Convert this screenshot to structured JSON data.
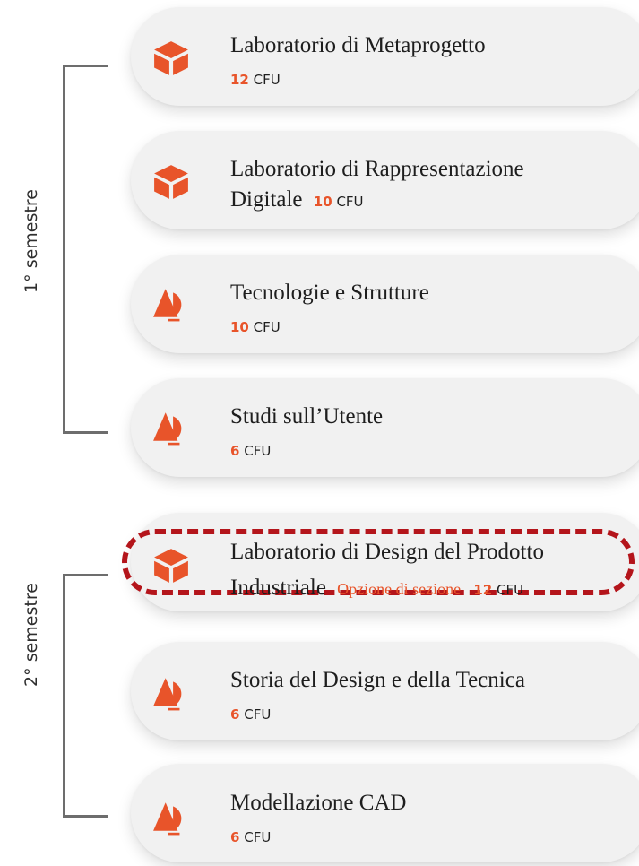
{
  "semesters": [
    {
      "label": "1° semestre"
    },
    {
      "label": "2° semestre"
    }
  ],
  "courses": [
    {
      "title_line1": "Laboratorio di Metaprogetto",
      "cfu_value": "12",
      "cfu_unit": "CFU",
      "icon": "cube-icon"
    },
    {
      "title_line1": "Laboratorio di Rappresentazione",
      "title_line2": "Digitale",
      "cfu_value": "10",
      "cfu_unit": "CFU",
      "icon": "cube-icon"
    },
    {
      "title_line1": "Tecnologie e Strutture",
      "cfu_value": "10",
      "cfu_unit": "CFU",
      "icon": "shapes-icon"
    },
    {
      "title_line1": "Studi sull’Utente",
      "cfu_value": "6",
      "cfu_unit": "CFU",
      "icon": "shapes-icon"
    },
    {
      "title_line1": "Laboratorio di Design del Prodotto",
      "title_line2": "Industriale",
      "option": "Opzione di sezione",
      "cfu_value": "12",
      "cfu_unit": "CFU",
      "icon": "cube-icon"
    },
    {
      "title_line1": "Storia del Design e della Tecnica",
      "cfu_value": "6",
      "cfu_unit": "CFU",
      "icon": "shapes-icon"
    },
    {
      "title_line1": "Modellazione CAD",
      "cfu_value": "6",
      "cfu_unit": "CFU",
      "icon": "shapes-icon"
    }
  ],
  "colors": {
    "accent": "#e8542a",
    "highlight_border": "#b4151b",
    "card": "#f1f1f1",
    "bracket": "#6d6d6d"
  }
}
